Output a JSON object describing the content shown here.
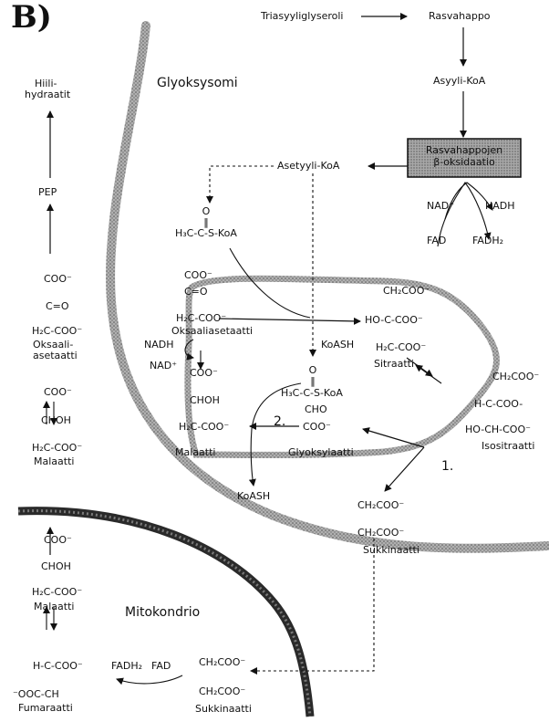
{
  "panel_label": "B)",
  "compartments": {
    "glyoxysome": "Glyoksysomi",
    "mitochondrion": "Mitokondrio"
  },
  "lipid_pathway": {
    "triacylglycerol": "Triasyyliglyseroli",
    "fatty_acid": "Rasvahappo",
    "acyl_coa": "Asyyli-KoA",
    "beta_oxidation_line1": "Rasvahappojen",
    "beta_oxidation_line2": "β-oksidaatio",
    "nad_plus": "NAD⁺",
    "nadh": "NADH",
    "fad": "FAD",
    "fadh2": "FADH₂",
    "acetyl_coa": "Asetyyli-KoA"
  },
  "acetyl_structure": {
    "o": "O",
    "dbl": "‖",
    "formula": "H₃C-C-S-KoA"
  },
  "oxaloacetate_cycle": {
    "l1": "COO⁻",
    "l2": "C=O",
    "l3": "H₂C-COO⁻",
    "name": "Oksaaliasetaatti"
  },
  "citrate": {
    "l1": "CH₂COO⁻",
    "l2": "HO-C-COO⁻",
    "l3": "H₂C-COO⁻",
    "name": "Sitraatti"
  },
  "isocitrate": {
    "l1": "CH₂COO⁻",
    "l2": "H-C-COO-",
    "l3": "HO-CH-COO⁻",
    "name": "Isositraatti"
  },
  "koash_center": "KoASH",
  "nadh_left": "NADH",
  "nad_plus_left": "NAD⁺",
  "malate_cycle": {
    "l1": "COO⁻",
    "l2": "CHOH",
    "l3": "H₂C-COO⁻",
    "name": "Malaatti"
  },
  "acetyl_structure2": {
    "o": "O",
    "dbl": "‖",
    "formula": "H₃C-C-S-KoA"
  },
  "glyoxylate": {
    "l1": "CHO",
    "l2": "COO⁻",
    "name": "Glyoksylaatti"
  },
  "koash_bottom": "KoASH",
  "step1": "1.",
  "step2": "2.",
  "succinate_glyox": {
    "l1": "CH₂COO⁻",
    "l2": "CH₂COO⁻",
    "name": "Sukkinaatti"
  },
  "left_column": {
    "carbs_l1": "Hiili-",
    "carbs_l2": "hydraatit",
    "pep": "PEP",
    "oxalo_l1": "COO⁻",
    "oxalo_l2": "C=O",
    "oxalo_l3": "H₂C-COO⁻",
    "oxalo_name_l1": "Oksaali-",
    "oxalo_name_l2": "asetaatti",
    "mal1_l1": "COO⁻",
    "mal1_l2": "CHOH",
    "mal1_l3": "H₂C-COO⁻",
    "mal1_name": "Malaatti",
    "mal2_l1": "COO⁻",
    "mal2_l2": "CHOH",
    "mal2_l3": "H₂C-COO⁻",
    "mal2_name": "Malaatti",
    "fum_l1": "H-C-COO⁻",
    "fum_l2": "⁻OOC-CH",
    "fum_name": "Fumaraatti"
  },
  "mito_bottom": {
    "fadh2": "FADH₂",
    "fad": "FAD",
    "succ_l1": "CH₂COO⁻",
    "succ_l2": "CH₂COO⁻",
    "succ_name": "Sukkinaatti"
  },
  "colors": {
    "membrane": "#8a8a8a",
    "mito_membrane": "#2a2a2a",
    "box_fill": "#9a9a9a",
    "ink": "#111111"
  }
}
